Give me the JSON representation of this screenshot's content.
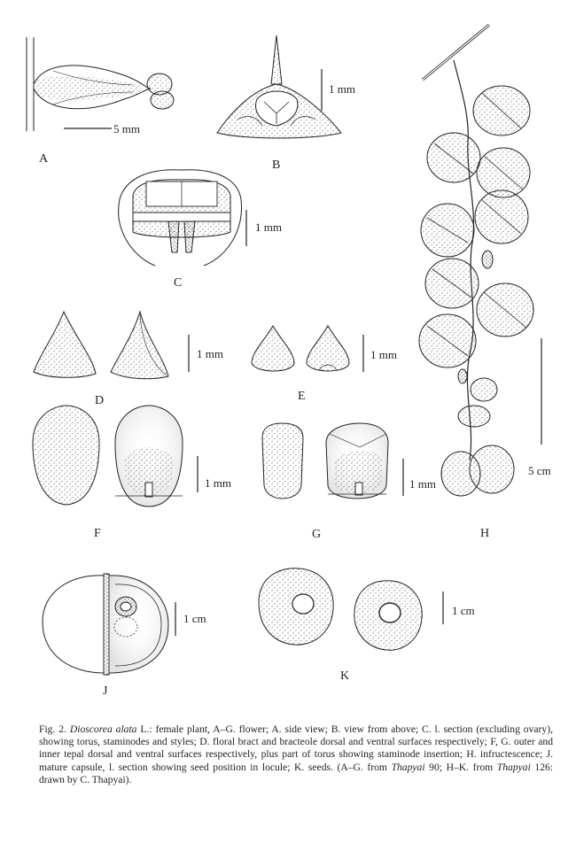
{
  "panels": {
    "A": {
      "label": "A",
      "scale": "5 mm"
    },
    "B": {
      "label": "B",
      "scale": "1 mm"
    },
    "C": {
      "label": "C",
      "scale": "1 mm"
    },
    "D": {
      "label": "D",
      "scale": "1 mm"
    },
    "E": {
      "label": "E",
      "scale": "1 mm"
    },
    "F": {
      "label": "F",
      "scale": "1 mm"
    },
    "G": {
      "label": "G",
      "scale": "1 mm"
    },
    "H": {
      "label": "H",
      "scale": "5 cm"
    },
    "J": {
      "label": "J",
      "scale": "1 cm"
    },
    "K": {
      "label": "K",
      "scale": "1 cm"
    }
  },
  "caption": {
    "fig_no": "Fig. 2.",
    "species": "Dioscorea alata",
    "authority": "L.",
    "body_1": ": female plant, A–G. flower; A. side view; B. view from above; C. l. section (excluding ovary), showing torus, staminodes and styles; D. floral bract and bracteole dorsal and ventral surfaces respectively; F, G. outer and inner tepal dorsal and ventral surfaces respectively, plus part of torus showing staminode insertion; H. infructescence; J. mature capsule, l. section showing seed position in locule; K. seeds. (A–G. from ",
    "collector_1": "Thapyai",
    "body_2": " 90; H–K. from ",
    "collector_2": "Thapyai",
    "body_3": " 126: drawn by C. Thapyai)."
  }
}
